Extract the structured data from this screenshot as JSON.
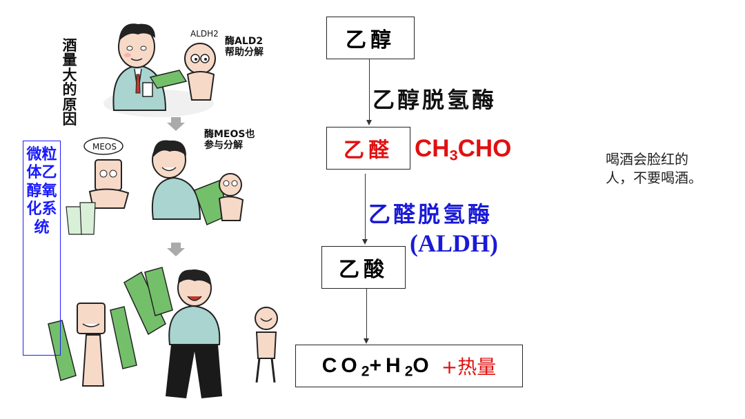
{
  "illustration": {
    "reason_label": "酒量大的原因",
    "meos_system_label": "微粒体乙醇氧化系统",
    "aldh2_tag": "ALDH2",
    "aldh2_caption_line1": "酶ALD2",
    "aldh2_caption_line2": "帮助分解",
    "meos_bubble": "MEOS",
    "meos_caption_line1": "酶MEOS也",
    "meos_caption_line2": "参与分解"
  },
  "flow": {
    "ethanol": "乙醇",
    "enzyme1": "乙醇脱氢酶",
    "acetaldehyde": "乙醛",
    "acetaldehyde_formula": {
      "a": "CH",
      "s1": "3",
      "b": "CHO"
    },
    "enzyme2": "乙醛脱氢酶",
    "enzyme2_abbr": "(ALDH)",
    "acetic_acid": "乙酸",
    "products": {
      "a": "CO",
      "s1": "2",
      "b": "+H",
      "s2": "2",
      "c": "O"
    },
    "heat": "+热量"
  },
  "note": {
    "line1": "喝酒会脸红的",
    "line2": "人，不要喝酒。"
  },
  "colors": {
    "red": "#e01010",
    "blue": "#1a1ad6",
    "bright_blue": "#1a1aff",
    "skin": "#f7d9c8",
    "shirt": "#a9d4d0",
    "bottle": "#74c06a"
  }
}
